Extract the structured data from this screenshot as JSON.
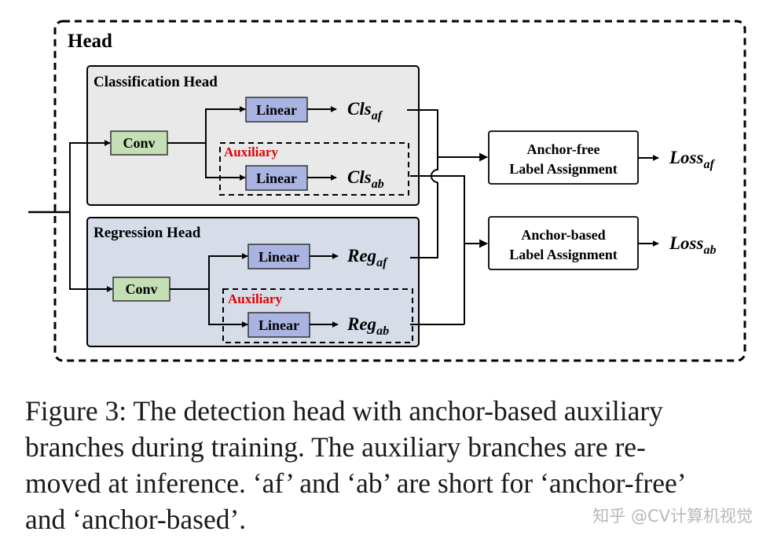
{
  "head": {
    "title": "Head"
  },
  "classification": {
    "title": "Classification Head",
    "conv": "Conv",
    "linear_af": "Linear",
    "linear_ab": "Linear",
    "auxiliary": "Auxiliary",
    "out_af": {
      "base": "Cls",
      "sub": "af"
    },
    "out_ab": {
      "base": "Cls",
      "sub": "ab"
    }
  },
  "regression": {
    "title": "Regression Head",
    "conv": "Conv",
    "linear_af": "Linear",
    "linear_ab": "Linear",
    "auxiliary": "Auxiliary",
    "out_af": {
      "base": "Reg",
      "sub": "af"
    },
    "out_ab": {
      "base": "Reg",
      "sub": "ab"
    }
  },
  "assign_af": {
    "line1": "Anchor-free",
    "line2": "Label Assignment"
  },
  "assign_ab": {
    "line1": "Anchor-based",
    "line2": "Label Assignment"
  },
  "loss_af": {
    "base": "Loss",
    "sub": "af"
  },
  "loss_ab": {
    "base": "Loss",
    "sub": "ab"
  },
  "caption": {
    "line1": "Figure 3:  The detection head with anchor-based auxiliary",
    "line2": "branches during training.  The auxiliary branches are re-",
    "line3": "moved at inference. ‘af’ and ‘ab’ are short for ‘anchor-free’",
    "line4": "and ‘anchor-based’."
  },
  "watermark": "知乎 @CV计算机视觉",
  "colors": {
    "conv_fill": "#c5dfb4",
    "linear_fill": "#aab4e2",
    "cls_panel": "#e9e9e9",
    "reg_panel": "#d6dde9",
    "auxiliary_text": "#e00000"
  }
}
